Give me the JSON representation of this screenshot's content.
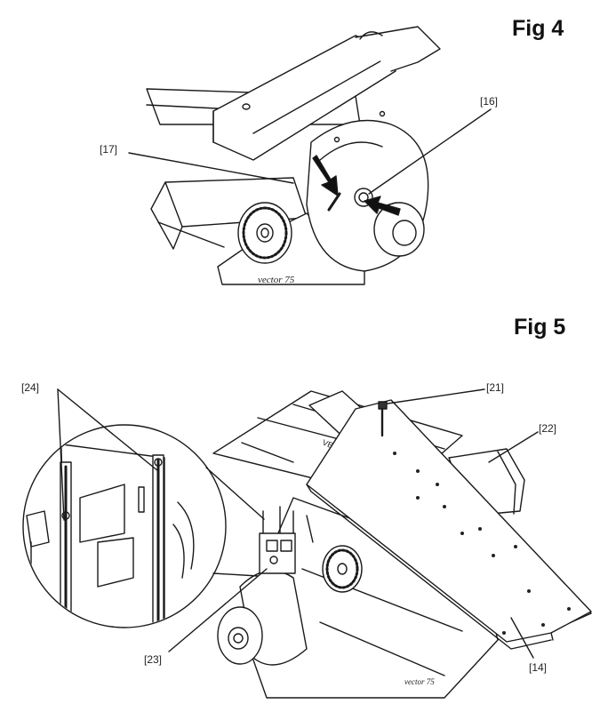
{
  "fig4": {
    "title": "Fig 4",
    "brand": "vector 75",
    "callouts": {
      "c16": "[16]",
      "c17": "[17]"
    }
  },
  "fig5": {
    "title": "Fig 5",
    "brand": "vector 75",
    "callouts": {
      "c21": "[21]",
      "c22": "[22]",
      "c23": "[23]",
      "c24": "[24]",
      "c14": "[14]"
    }
  }
}
